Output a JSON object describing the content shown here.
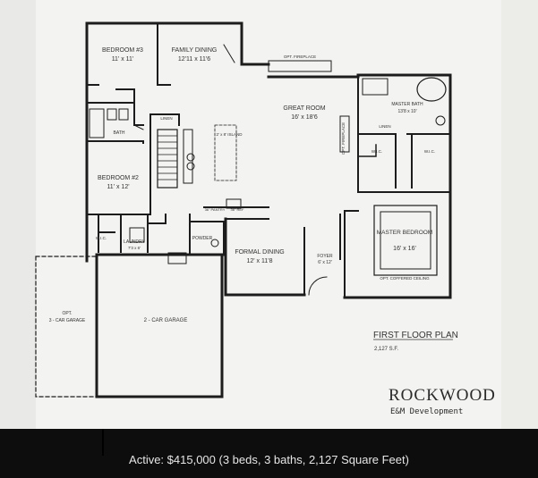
{
  "caption": "Active: $415,000 (3 beds, 3 baths, 2,127 Square Feet)",
  "plan": {
    "rooms": {
      "bedroom3": "BEDROOM #3",
      "bedroom3_size": "11' x 11'",
      "family_dining": "FAMILY DINING",
      "family_dining_size": "12'11 x 11'6",
      "opt_fireplace_top": "OPT. FIREPLACE",
      "great_room": "GREAT ROOM",
      "great_room_size": "16' x 18'6",
      "master_bath": "MASTER BATH",
      "master_bath_size": "13'8 x 10'",
      "linen1": "LINEN",
      "linen2": "LINEN",
      "bath": "BATH",
      "island": "2' x 8' ISLAND",
      "bedroom2": "BEDROOM #2",
      "bedroom2_size": "11' x 12'",
      "opt_fireplace_side": "OPT. FIREPLACE",
      "wic1": "W.I.C.",
      "wic2": "W.I.C.",
      "wic3": "W.I.C.",
      "pantry": "36\" PANTRY",
      "ref": "36\" REF",
      "laundry": "LAUNDRY",
      "laundry_size": "7'3 x 6'",
      "powder": "POWDER",
      "formal_dining": "FORMAL DINING",
      "formal_dining_size": "12' x 11'8",
      "foyer": "FOYER",
      "foyer_size": "6' x 12'",
      "master_bedroom": "MASTER BEDROOM",
      "master_bedroom_size": "16' x 16'",
      "opt_coffered": "OPT. COFFERED CEILING",
      "opt_garage_1": "OPT.",
      "opt_garage_2": "3 - CAR GARAGE",
      "garage": "2 - CAR GARAGE"
    },
    "plan_title": "FIRST FLOOR PLAN",
    "plan_sf": "2,127 S.F.",
    "brand": "ROCKWOOD",
    "developer": "E&M Development"
  }
}
